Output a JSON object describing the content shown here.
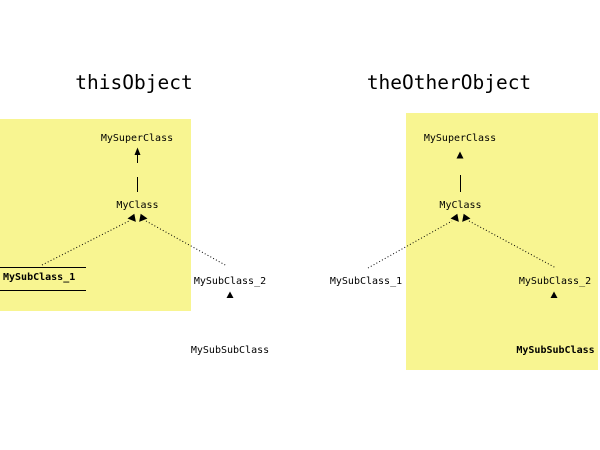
{
  "colors": {
    "background": "#FFFFFF",
    "highlight": "#F8F591",
    "text": "#000000"
  },
  "left_panel": {
    "title": "thisObject",
    "nodes": {
      "superclass": "MySuperClass",
      "myclass": "MyClass",
      "subclass1": "MySubClass_1",
      "subclass2": "MySubClass_2",
      "subsubclass": "MySubSubClass"
    },
    "selected": "MySubClass_1"
  },
  "right_panel": {
    "title": "theOtherObject",
    "nodes": {
      "superclass": "MySuperClass",
      "myclass": "MyClass",
      "subclass1": "MySubClass_1",
      "subclass2": "MySubClass_2",
      "subsubclass": "MySubSubClass"
    },
    "selected": "MySubSubClass"
  }
}
